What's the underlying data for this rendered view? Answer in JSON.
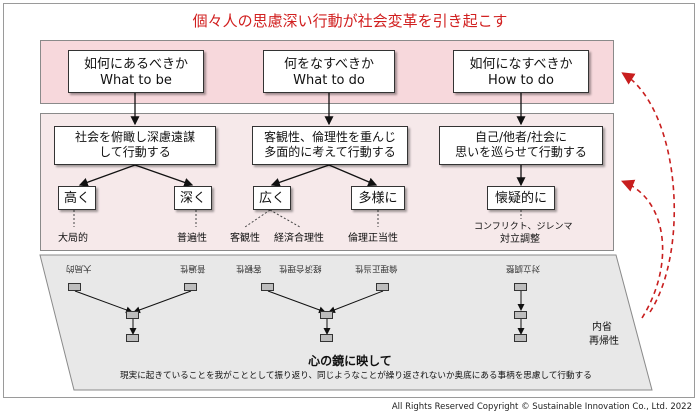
{
  "title": "個々人の思慮深い行動が社会変革を引き起こす",
  "top_boxes": [
    {
      "line1": "如何にあるべきか",
      "line2": "What to be"
    },
    {
      "line1": "何をなすべきか",
      "line2": "What to do"
    },
    {
      "line1": "如何になすべきか",
      "line2": "How to do"
    }
  ],
  "mid_boxes": [
    {
      "line1": "社会を俯瞰し深慮遠謀",
      "line2": "して行動する"
    },
    {
      "line1": "客観性、倫理性を重んじ",
      "line2": "多面的に考えて行動する"
    },
    {
      "line1": "自己/他者/社会に",
      "line2": "思いを巡らせて行動する"
    }
  ],
  "small_boxes": [
    "高く",
    "深く",
    "広く",
    "多様に",
    "懐疑的に"
  ],
  "labels": {
    "l1": "大局的",
    "l2": "普遍性",
    "l3": "客観性",
    "l4": "経済合理性",
    "l5": "倫理正当性",
    "l6a": "コンフリクト、ジレンマ",
    "l6b": "対立調整"
  },
  "mirror": {
    "title": "心の鏡に映して",
    "caption": "現実に起きていることを我がこととして振り返り、同じようなことが繰り返されないか奥底にある事柄を思慮して行動する",
    "side_line1": "内省",
    "side_line2": "再帰性"
  },
  "footer": "All Rights Reserved Copyright © Sustainable Innovation Co., Ltd.  2022",
  "colors": {
    "accent": "#d11f1f",
    "row1_bg": "#f7d8dc",
    "row2_bg": "#f6e9ea",
    "mirror_bg": "#e8e8e8"
  }
}
